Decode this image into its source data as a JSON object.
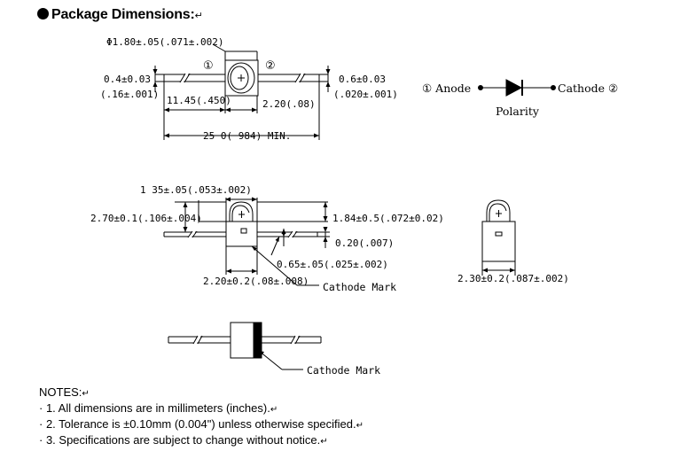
{
  "heading": "Package Dimensions:",
  "para_mark": "↵",
  "top_view": {
    "dia": "Φ1.80±.05(.071±.002)",
    "pin1": "①",
    "pin2": "②",
    "left_thick_1": "0.4±0.03",
    "left_thick_2": "(.16±.001)",
    "right_thick_1": "0.6±0.03",
    "right_thick_2": "(.020±.001)",
    "lead_len": "11.45(.450)",
    "body_len": "2.20(.08)",
    "total_len": "25 0( 984)  MIN."
  },
  "polarity": {
    "anode": "① Anode",
    "cathode": "Cathode ②",
    "label": "Polarity"
  },
  "side_view": {
    "lens_w": "1 35±.05(.053±.002)",
    "height": "2.70±0.1(.106±.004)",
    "right_h": "1.84±0.5(.072±0.02)",
    "lead_t": "0.20(.007)",
    "small": "0.65±.05(.025±.002)",
    "width": "2.20±0.2(.08±.008)",
    "cathode_mark": "Cathode Mark"
  },
  "end_view": {
    "width": "2.30±0.2(.087±.002)"
  },
  "bottom_view": {
    "cathode_mark": "Cathode Mark"
  },
  "notes": {
    "title": "NOTES:",
    "items": [
      "· 1. All dimensions are in millimeters (inches).",
      "· 2. Tolerance is ±0.10mm (0.004\") unless otherwise specified.",
      "· 3. Specifications are subject to change without notice."
    ]
  }
}
